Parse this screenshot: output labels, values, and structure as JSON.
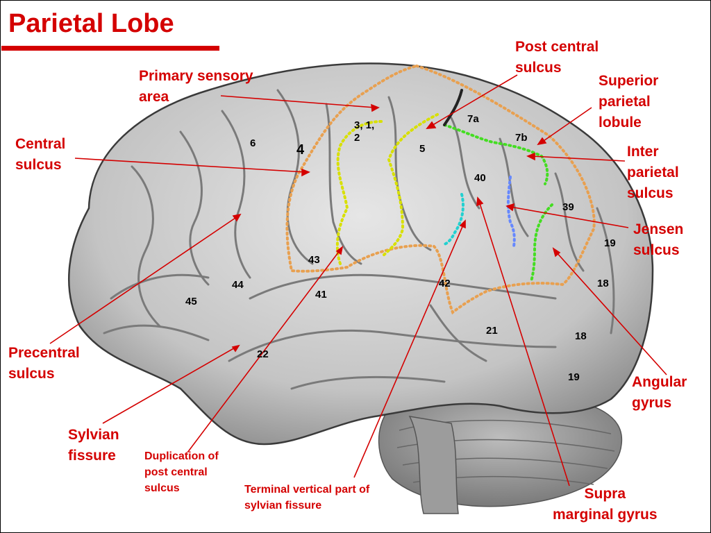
{
  "title": "Parietal Lobe",
  "labels": {
    "primary_sensory_area": "Primary sensory\narea",
    "post_central_sulcus": "Post central\nsulcus",
    "superior_parietal_lobule": "Superior\nparietal\nlobule",
    "central_sulcus": "Central\nsulcus",
    "inter_parietal_sulcus": "Inter\nparietal\nsulcus",
    "jensen_sulcus": "Jensen\nsulcus",
    "precentral_sulcus": "Precentral\nsulcus",
    "sylvian_fissure": "Sylvian\nfissure",
    "duplication": "Duplication of\npost central\nsulcus",
    "terminal": "Terminal vertical part of\nsylvian fissure",
    "supra_marginal": "Supra\nmarginal gyrus",
    "angular_gyrus": "Angular\ngyrus"
  },
  "areas": {
    "a312": "3, 1,\n2",
    "a7a": "7a",
    "a7b": "7b",
    "a6": "6",
    "a4": "4",
    "a5": "5",
    "a40": "40",
    "a39": "39",
    "a19_top": "19",
    "a43": "43",
    "a44": "44",
    "a45": "45",
    "a41": "41",
    "a42": "42",
    "a18_top": "18",
    "a21": "21",
    "a18_bottom": "18",
    "a22": "22",
    "a19_bottom": "19"
  },
  "colors": {
    "label": "#d40000",
    "parietal_boundary": "#e8a050",
    "postcentral_sulcus_line": "#d8e000",
    "intraparietal_line": "#44dd22",
    "jensen_line": "#6688ff",
    "cyan_line": "#22d0d0",
    "brain": "#c9c9c9"
  }
}
